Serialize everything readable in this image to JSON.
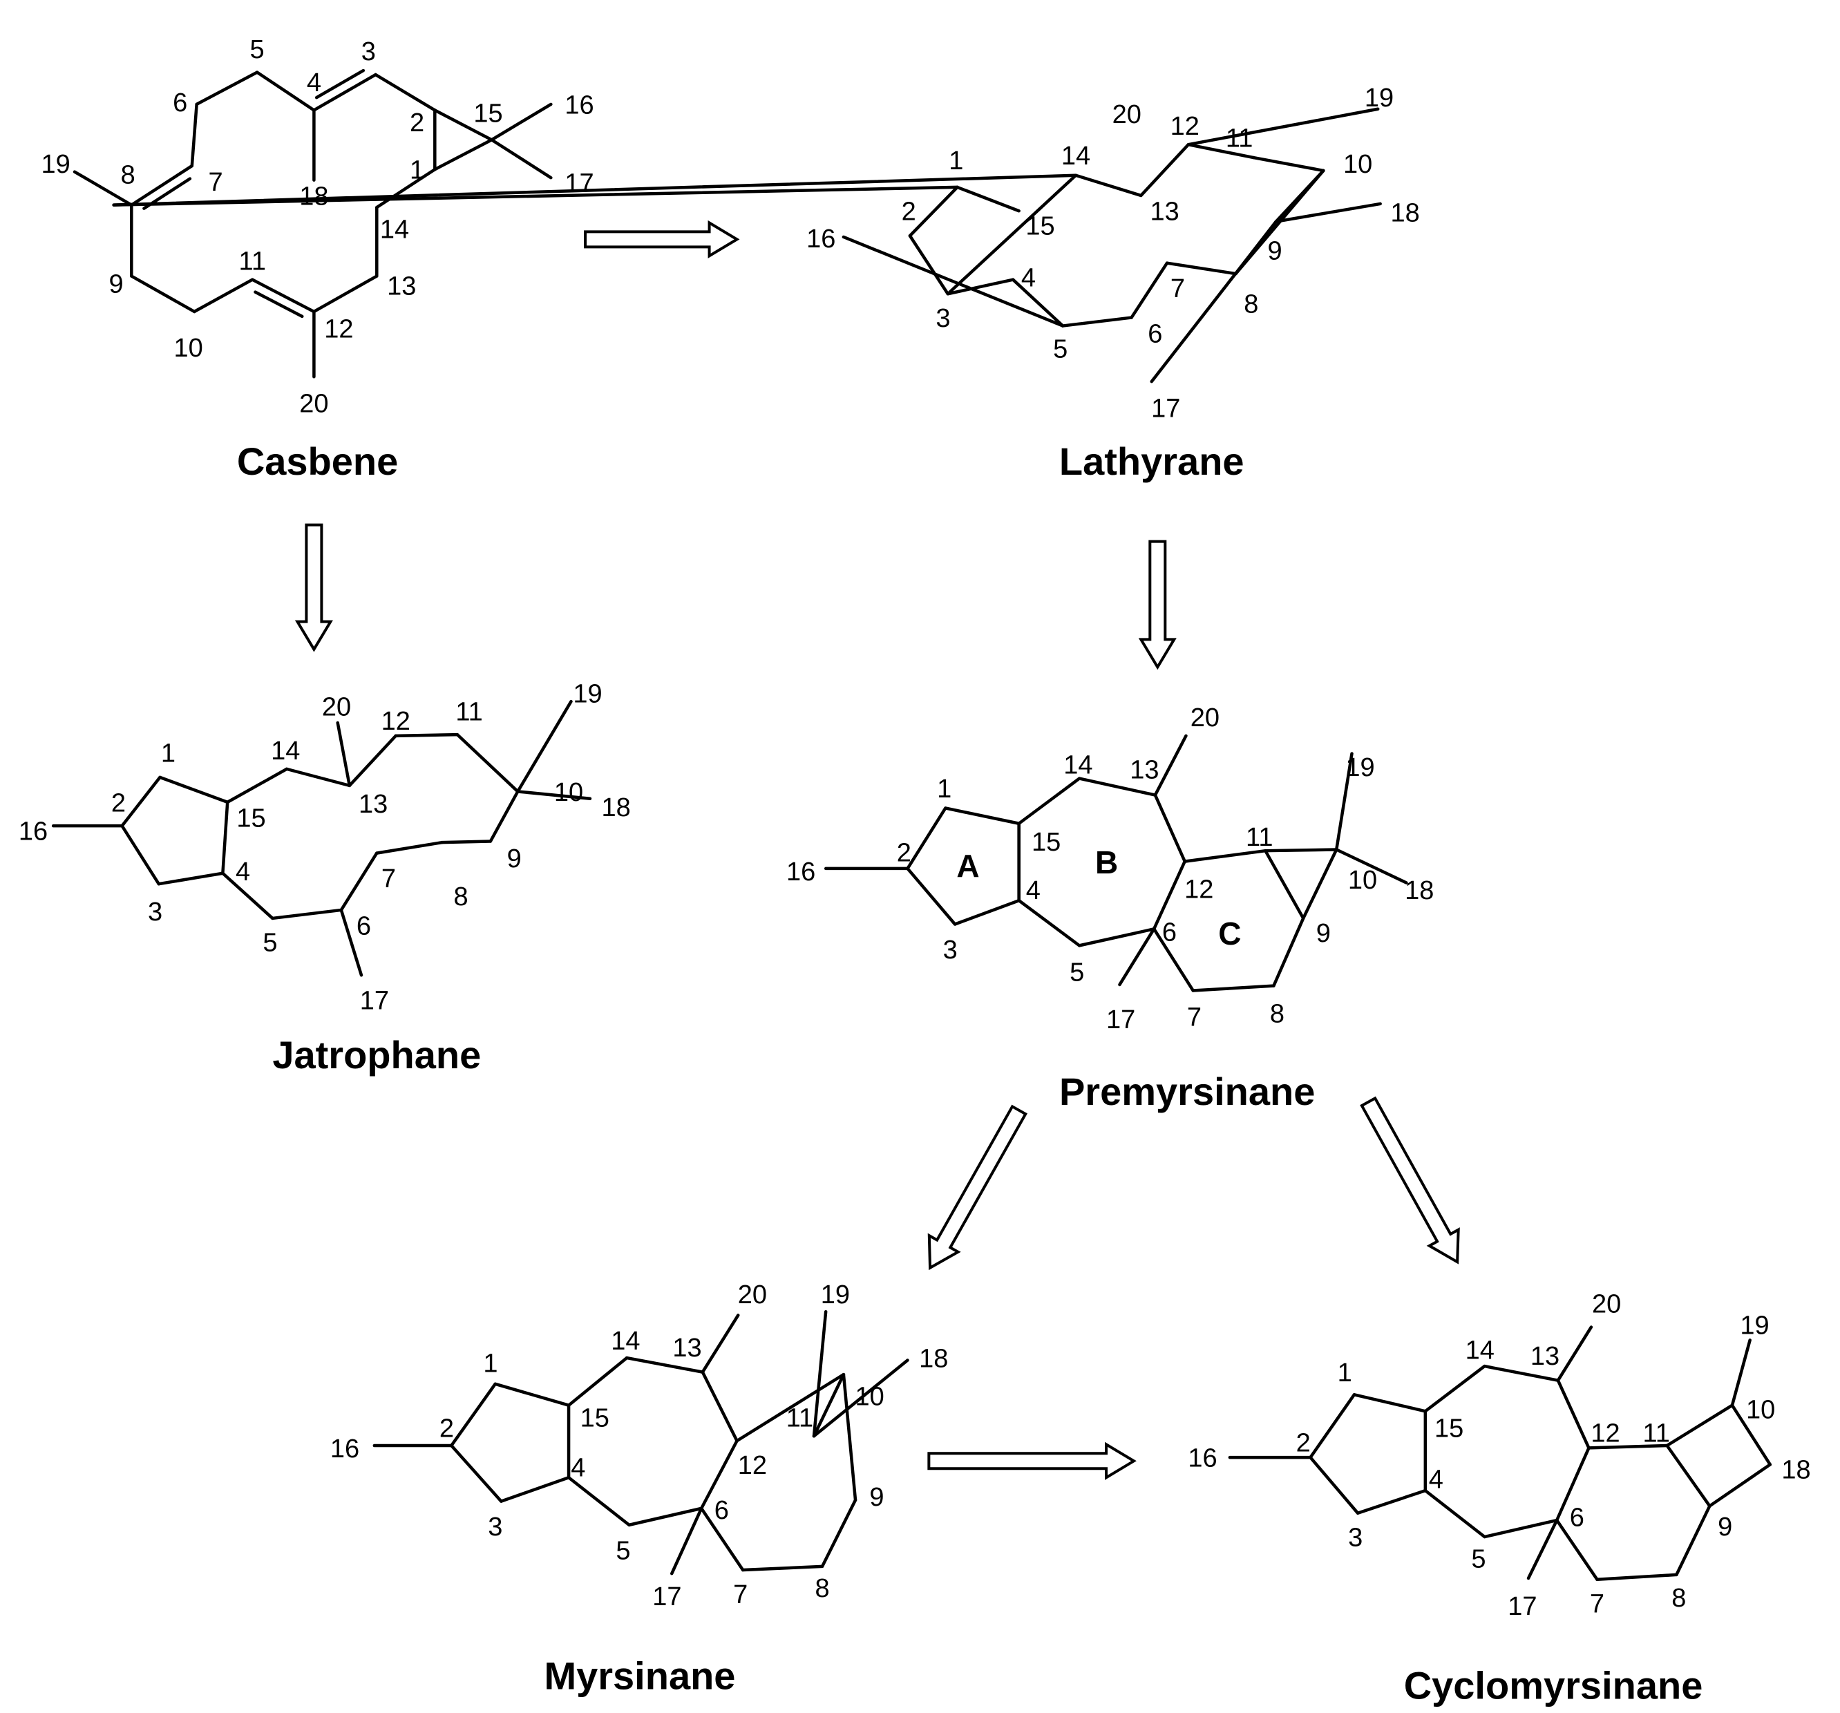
{
  "structures": [
    {
      "key": "casbene",
      "name": "Casbene",
      "numbers": [
        "1",
        "2",
        "3",
        "4",
        "5",
        "6",
        "7",
        "8",
        "9",
        "10",
        "11",
        "12",
        "13",
        "14",
        "15",
        "16",
        "17",
        "18",
        "19",
        "20"
      ]
    },
    {
      "key": "lathyrane",
      "name": "Lathyrane",
      "numbers": [
        "1",
        "2",
        "3",
        "4",
        "5",
        "6",
        "7",
        "8",
        "9",
        "10",
        "11",
        "12",
        "13",
        "14",
        "15",
        "16",
        "17",
        "18",
        "19",
        "20"
      ]
    },
    {
      "key": "jatrophane",
      "name": "Jatrophane",
      "numbers": [
        "1",
        "2",
        "3",
        "4",
        "5",
        "6",
        "7",
        "8",
        "9",
        "10",
        "11",
        "12",
        "13",
        "14",
        "15",
        "16",
        "17",
        "18",
        "19",
        "20"
      ]
    },
    {
      "key": "premyrsinane",
      "name": "Premyrsinane",
      "numbers": [
        "1",
        "2",
        "3",
        "4",
        "5",
        "6",
        "7",
        "8",
        "9",
        "10",
        "11",
        "12",
        "13",
        "14",
        "15",
        "16",
        "17",
        "18",
        "19",
        "20"
      ],
      "ring_labels": [
        "A",
        "B",
        "C"
      ]
    },
    {
      "key": "myrsinane",
      "name": "Myrsinane",
      "numbers": [
        "1",
        "2",
        "3",
        "4",
        "5",
        "6",
        "7",
        "8",
        "9",
        "10",
        "11",
        "12",
        "13",
        "14",
        "15",
        "16",
        "17",
        "18",
        "19",
        "20"
      ]
    },
    {
      "key": "cyclomyrsinane",
      "name": "Cyclomyrsinane",
      "numbers": [
        "1",
        "2",
        "3",
        "4",
        "5",
        "6",
        "7",
        "8",
        "9",
        "10",
        "11",
        "12",
        "13",
        "14",
        "15",
        "16",
        "17",
        "18",
        "19",
        "20"
      ]
    }
  ],
  "arrows": [
    {
      "from": "Casbene",
      "to": "Lathyrane"
    },
    {
      "from": "Casbene",
      "to": "Jatrophane"
    },
    {
      "from": "Lathyrane",
      "to": "Premyrsinane"
    },
    {
      "from": "Premyrsinane",
      "to": "Myrsinane"
    },
    {
      "from": "Premyrsinane",
      "to": "Cyclomyrsinane"
    },
    {
      "from": "Myrsinane",
      "to": "Cyclomyrsinane"
    }
  ]
}
